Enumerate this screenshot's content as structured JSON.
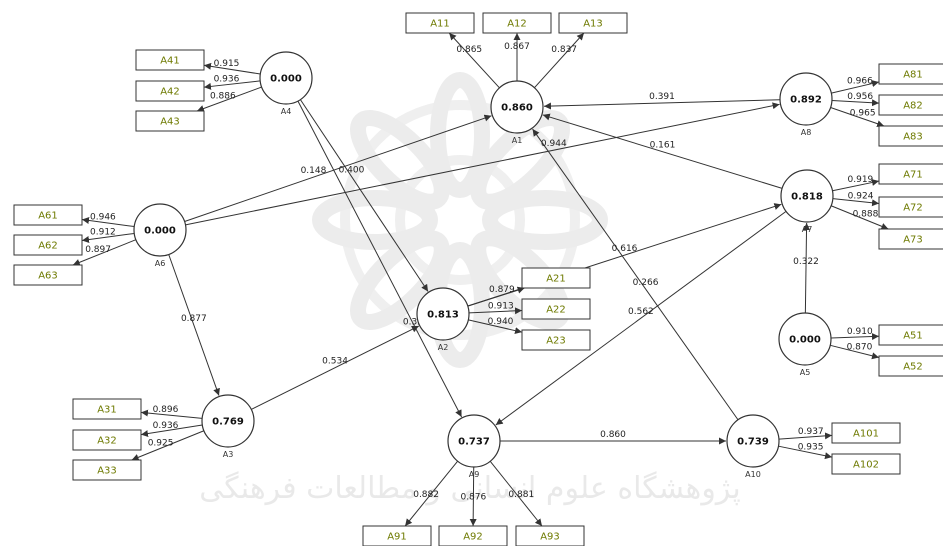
{
  "watermark": {
    "text": "پژوهشگاه علوم انسانی و مطالعات فرهنگی"
  },
  "latent_nodes": [
    {
      "id": "A1",
      "label": "A1",
      "value": "0.860"
    },
    {
      "id": "A2",
      "label": "A2",
      "value": "0.813"
    },
    {
      "id": "A3",
      "label": "A3",
      "value": "0.769"
    },
    {
      "id": "A4",
      "label": "A4",
      "value": "0.000"
    },
    {
      "id": "A5",
      "label": "A5",
      "value": "0.000"
    },
    {
      "id": "A6",
      "label": "A6",
      "value": "0.000"
    },
    {
      "id": "A7",
      "label": "A7",
      "value": "0.818"
    },
    {
      "id": "A8",
      "label": "A8",
      "value": "0.892"
    },
    {
      "id": "A9",
      "label": "A9",
      "value": "0.737"
    },
    {
      "id": "A10",
      "label": "A10",
      "value": "0.739"
    }
  ],
  "indicators": [
    {
      "id": "A11",
      "label": "A11"
    },
    {
      "id": "A12",
      "label": "A12"
    },
    {
      "id": "A13",
      "label": "A13"
    },
    {
      "id": "A21",
      "label": "A21"
    },
    {
      "id": "A22",
      "label": "A22"
    },
    {
      "id": "A23",
      "label": "A23"
    },
    {
      "id": "A31",
      "label": "A31"
    },
    {
      "id": "A32",
      "label": "A32"
    },
    {
      "id": "A33",
      "label": "A33"
    },
    {
      "id": "A41",
      "label": "A41"
    },
    {
      "id": "A42",
      "label": "A42"
    },
    {
      "id": "A43",
      "label": "A43"
    },
    {
      "id": "A51",
      "label": "A51"
    },
    {
      "id": "A52",
      "label": "A52"
    },
    {
      "id": "A61",
      "label": "A61"
    },
    {
      "id": "A62",
      "label": "A62"
    },
    {
      "id": "A63",
      "label": "A63"
    },
    {
      "id": "A71",
      "label": "A71"
    },
    {
      "id": "A72",
      "label": "A72"
    },
    {
      "id": "A73",
      "label": "A73"
    },
    {
      "id": "A81",
      "label": "A81"
    },
    {
      "id": "A82",
      "label": "A82"
    },
    {
      "id": "A83",
      "label": "A83"
    },
    {
      "id": "A91",
      "label": "A91"
    },
    {
      "id": "A92",
      "label": "A92"
    },
    {
      "id": "A93",
      "label": "A93"
    },
    {
      "id": "A101",
      "label": "A101"
    },
    {
      "id": "A102",
      "label": "A102"
    }
  ],
  "loadings": [
    {
      "from": "A1",
      "to": "A11",
      "value": "0.865"
    },
    {
      "from": "A1",
      "to": "A12",
      "value": "0.867"
    },
    {
      "from": "A1",
      "to": "A13",
      "value": "0.837"
    },
    {
      "from": "A2",
      "to": "A21",
      "value": "0.879"
    },
    {
      "from": "A2",
      "to": "A22",
      "value": "0.913"
    },
    {
      "from": "A2",
      "to": "A23",
      "value": "0.940"
    },
    {
      "from": "A3",
      "to": "A31",
      "value": "0.896"
    },
    {
      "from": "A3",
      "to": "A32",
      "value": "0.936"
    },
    {
      "from": "A3",
      "to": "A33",
      "value": "0.925"
    },
    {
      "from": "A4",
      "to": "A41",
      "value": "0.915"
    },
    {
      "from": "A4",
      "to": "A42",
      "value": "0.936"
    },
    {
      "from": "A4",
      "to": "A43",
      "value": "0.886"
    },
    {
      "from": "A5",
      "to": "A51",
      "value": "0.910"
    },
    {
      "from": "A5",
      "to": "A52",
      "value": "0.870"
    },
    {
      "from": "A6",
      "to": "A61",
      "value": "0.946"
    },
    {
      "from": "A6",
      "to": "A62",
      "value": "0.912"
    },
    {
      "from": "A6",
      "to": "A63",
      "value": "0.897"
    },
    {
      "from": "A7",
      "to": "A71",
      "value": "0.919"
    },
    {
      "from": "A7",
      "to": "A72",
      "value": "0.924"
    },
    {
      "from": "A7",
      "to": "A73",
      "value": "0.888"
    },
    {
      "from": "A8",
      "to": "A81",
      "value": "0.966"
    },
    {
      "from": "A8",
      "to": "A82",
      "value": "0.956"
    },
    {
      "from": "A8",
      "to": "A83",
      "value": "0.965"
    },
    {
      "from": "A9",
      "to": "A91",
      "value": "0.882"
    },
    {
      "from": "A9",
      "to": "A92",
      "value": "0.876"
    },
    {
      "from": "A9",
      "to": "A93",
      "value": "0.881"
    },
    {
      "from": "A10",
      "to": "A101",
      "value": "0.937"
    },
    {
      "from": "A10",
      "to": "A102",
      "value": "0.935"
    }
  ],
  "paths": [
    {
      "from": "A8",
      "to": "A1",
      "value": "0.391"
    },
    {
      "from": "A7",
      "to": "A1",
      "value": "0.161"
    },
    {
      "from": "A6",
      "to": "A1",
      "value": "0.148"
    },
    {
      "from": "A6",
      "to": "A8",
      "value": "0.944"
    },
    {
      "from": "A4",
      "to": "A2",
      "value": "0.400"
    },
    {
      "from": "A4",
      "to": "A9",
      "value": "0.322"
    },
    {
      "from": "A6",
      "to": "A3",
      "value": "0.877"
    },
    {
      "from": "A3",
      "to": "A2",
      "value": "0.534"
    },
    {
      "from": "A2",
      "to": "A7",
      "value": "0.616"
    },
    {
      "from": "A5",
      "to": "A7",
      "value": "0.322"
    },
    {
      "from": "A7",
      "to": "A9",
      "value": "0.562"
    },
    {
      "from": "A10",
      "to": "A1",
      "value": "0.266"
    },
    {
      "from": "A9",
      "to": "A10",
      "value": "0.860"
    }
  ]
}
